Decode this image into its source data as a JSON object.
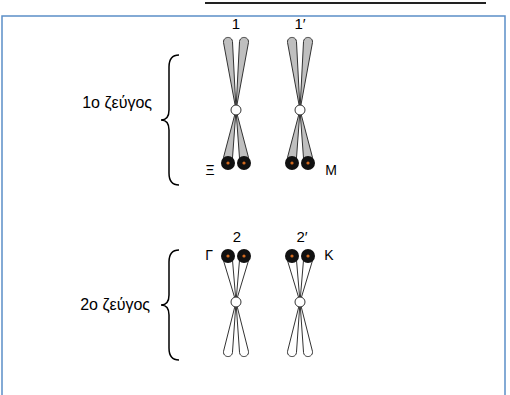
{
  "diagram": {
    "labels": [
      "1",
      "1′",
      "1ο ζεύγος",
      "Ξ",
      "Μ",
      "2",
      "2′",
      "Γ",
      "Κ",
      "2ο ζεύγος"
    ]
  }
}
